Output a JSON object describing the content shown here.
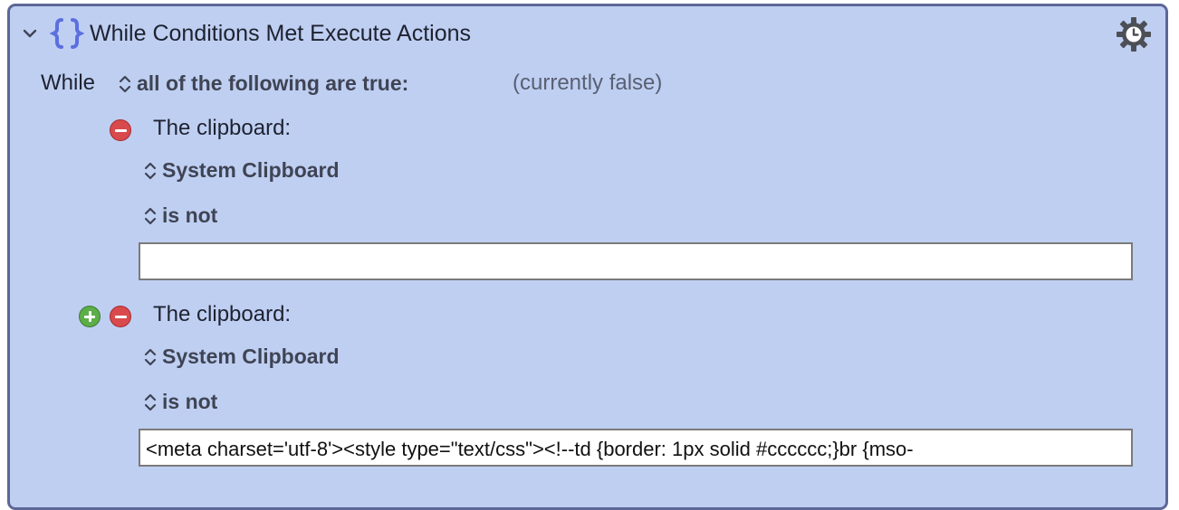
{
  "action": {
    "title": "While Conditions Met Execute Actions",
    "collapse_icon": "chevron-down-icon",
    "type_icon": "braces-icon",
    "settings_icon": "gear-icon"
  },
  "while": {
    "label": "While",
    "mode": "all of the following are true:",
    "status": "(currently false)"
  },
  "conditions": [
    {
      "label": "The clipboard:",
      "source": "System Clipboard",
      "operator": "is not",
      "value": ""
    },
    {
      "label": "The clipboard:",
      "source": "System Clipboard",
      "operator": "is not",
      "value": "<meta charset='utf-8'><style type=\"text/css\"><!--td {border: 1px solid #cccccc;}br {mso-"
    }
  ],
  "colors": {
    "panel_bg": "#bfcff2",
    "panel_border": "#5d6797",
    "braces": "#5b6fe0",
    "remove": "#d94a4c",
    "add": "#5cae48"
  }
}
